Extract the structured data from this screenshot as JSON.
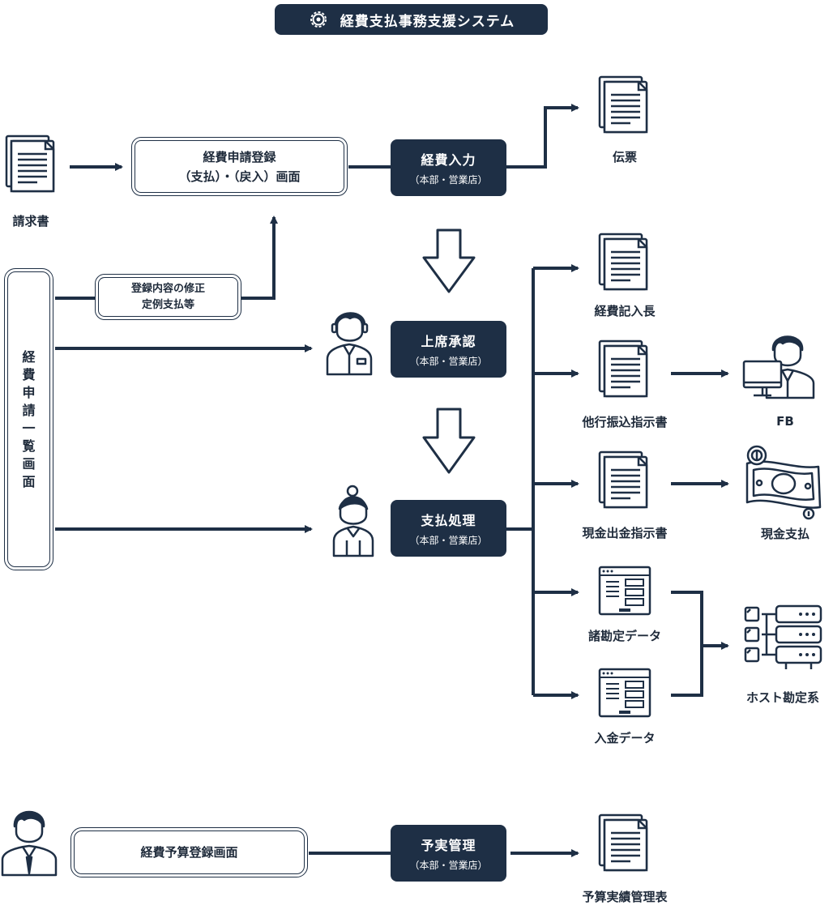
{
  "header": {
    "title": "経費支払事務支援システム",
    "icon": "gear-icon"
  },
  "colors": {
    "primary": "#1e2f45",
    "background": "#ffffff"
  },
  "process_boxes": {
    "keihi_input": {
      "title": "経費入力",
      "sub": "（本部・営業店）"
    },
    "joseki_shonin": {
      "title": "上席承認",
      "sub": "（本部・営業店）"
    },
    "shiharai_shori": {
      "title": "支払処理",
      "sub": "（本部・営業店）"
    },
    "yojitsu_kanri": {
      "title": "予実管理",
      "sub": "（本部・営業店）"
    }
  },
  "screens": {
    "request_entry": {
      "line1": "経費申請登録",
      "line2": "（支払）・（戻入）画面"
    },
    "edit_note": {
      "line1": "登録内容の修正",
      "line2": "定例支払等"
    },
    "request_list": {
      "label": "経費申請一覧画面"
    },
    "budget_entry": {
      "label": "経費予算登録画面"
    }
  },
  "labels": {
    "invoice": "請求書",
    "voucher": "伝票",
    "expense_ledger": "経費記入長",
    "transfer_order": "他行振込指示書",
    "cash_order": "現金出金指示書",
    "accounts_data": "諸勘定データ",
    "deposit_data": "入金データ",
    "fb": "FB",
    "cash_payment": "現金支払",
    "host_system": "ホスト勘定系",
    "budget_report": "予算実績管理表"
  }
}
